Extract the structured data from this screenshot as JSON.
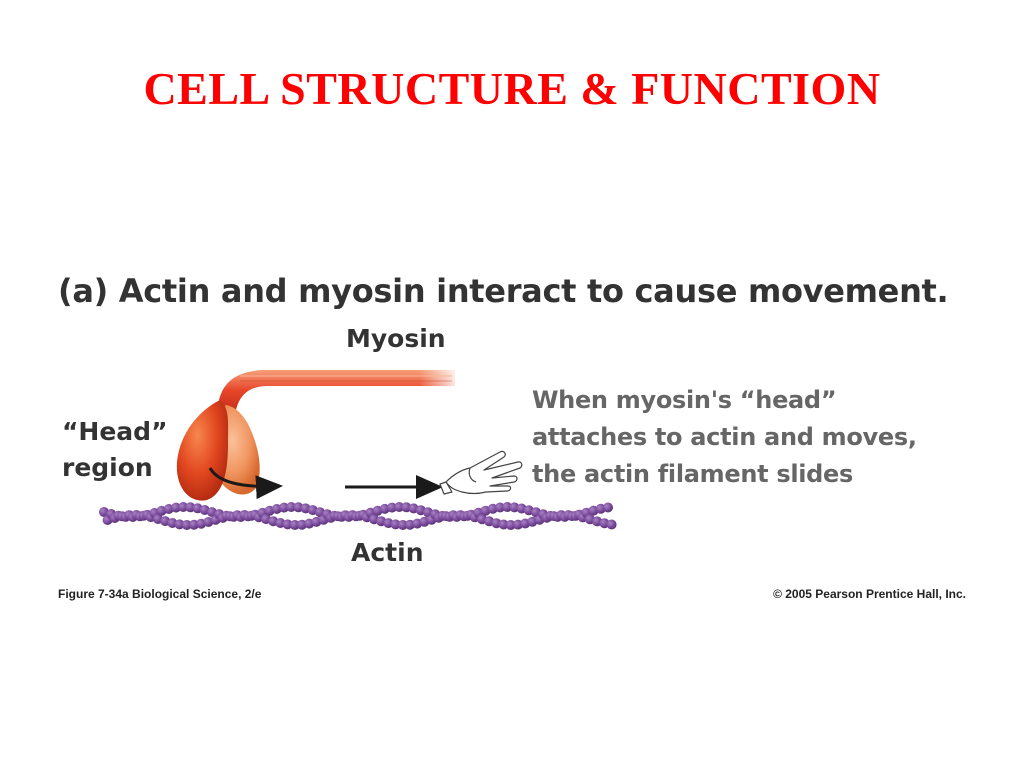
{
  "slide": {
    "title": "CELL STRUCTURE & FUNCTION"
  },
  "figure": {
    "title": "(a) Actin and myosin interact to cause movement.",
    "labels": {
      "myosin": "Myosin",
      "head_line1": "“Head”",
      "head_line2": "region",
      "actin": "Actin"
    },
    "caption": {
      "line1": "When myosin's “head”",
      "line2": "attaches to actin and moves,",
      "line3": "the actin filament slides"
    },
    "icons": [
      "myosin-head-icon",
      "pointing-hand-icon",
      "arrow-icon"
    ],
    "colors": {
      "title": "#ff0000",
      "myosin": "#e8462a",
      "actin": "#7b4a9c",
      "text": "#333333"
    }
  },
  "footer": {
    "left": "Figure 7-34a  Biological Science, 2/e",
    "right": "© 2005 Pearson Prentice Hall, Inc."
  }
}
